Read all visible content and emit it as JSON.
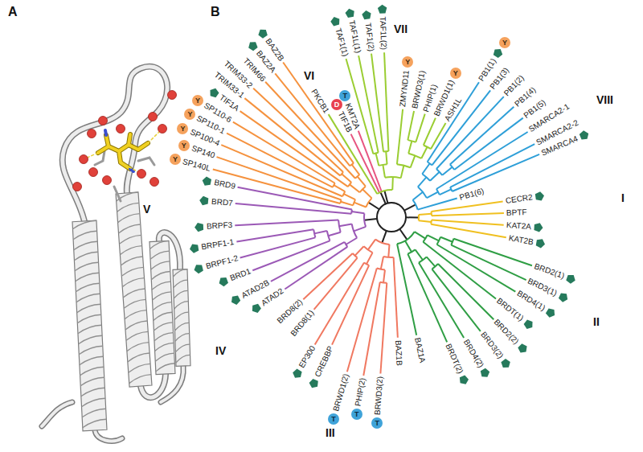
{
  "diagram": {
    "nodes": [
      {
        "text": [
          "Y"
        ]
      },
      {
        "text": [
          "Y"
        ]
      },
      {
        "text": [
          "Y"
        ]
      },
      {
        "text": [
          "Y"
        ]
      },
      {
        "text": [
          "Y"
        ]
      },
      {
        "text": [
          "D"
        ]
      },
      {
        "text": [
          "T"
        ]
      },
      {
        "text": [
          "Y"
        ]
      },
      {
        "text": [
          "Y"
        ]
      },
      {
        "text": [
          "Y"
        ]
      },
      {
        "text": [
          "T"
        ]
      },
      {
        "text": [
          "T"
        ]
      },
      {
        "text": [
          "T"
        ]
      }
    ],
    "labels": [
      "A",
      "B",
      "I",
      "II",
      "III",
      "IV",
      "V",
      "VI",
      "VII",
      "VIII",
      "CECR2",
      "BPTF",
      "KAT2A",
      "KAT2B",
      "BRD2(1)",
      "BRD3(1)",
      "BRD4(1)",
      "BRDT(1)",
      "BRD2(2)",
      "BRD3(2)",
      "BRD4(2)",
      "BRDT(2)",
      "BAZ1A",
      "BAZ1B",
      "BRWD3(2)",
      "PHIP(2)",
      "BRWD1(2)",
      "CREBBP",
      "EP300",
      "BRD8(1)",
      "BRD8(2)",
      "ATAD2",
      "ATAD2B",
      "BRD1",
      "BRPF1-2",
      "BRPF1-1",
      "BRPF3",
      "BRD7",
      "BRD9",
      "SP140L",
      "SP140",
      "SP100-4",
      "SP110-1",
      "SP110-6",
      "TIF1A",
      "TRIM33-1",
      "TRIM33-2",
      "TRIM66",
      "BAZ2A",
      "BAZ2B",
      "TIF1B",
      "KMT2A",
      "PKCB1",
      "TAF1(1)",
      "TAF1L(1)",
      "TAF1(2)",
      "TAF1L(2)",
      "ZMYND11",
      "BRWD3(1)",
      "PHIP(1)",
      "BRWD1(1)",
      "ASH1L",
      "PB1(1)",
      "PB1(3)",
      "PB1(2)",
      "PB1(4)",
      "PB1(5)",
      "SMARCA2-1",
      "SMARCA2-2",
      "SMARCA4",
      "PB1(6)"
    ]
  }
}
